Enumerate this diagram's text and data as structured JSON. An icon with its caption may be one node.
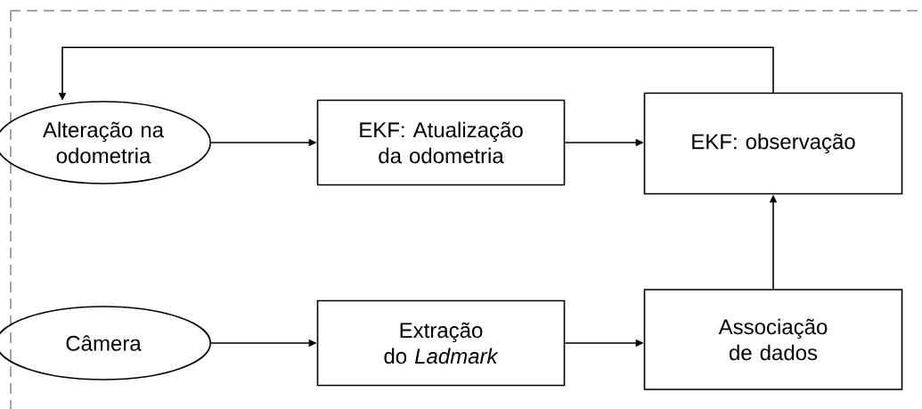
{
  "diagram": {
    "nodes": [
      {
        "text": [
          "Alteração na odometria"
        ]
      },
      {
        "text": [
          "EKF: Atualização da odometria"
        ]
      },
      {
        "text": [
          "EKF: observação"
        ]
      },
      {
        "text": [
          "Câmera"
        ]
      },
      {
        "text": [
          "Extração do *Ladmark*"
        ]
      },
      {
        "text": [
          "Associação de dados"
        ]
      }
    ],
    "edges": [
      {
        "from": 0,
        "to": 1,
        "arrow": "to"
      },
      {
        "from": 1,
        "to": 2,
        "arrow": "to"
      },
      {
        "from": 3,
        "to": 4,
        "arrow": "to"
      },
      {
        "from": 4,
        "to": 5,
        "arrow": "to"
      },
      {
        "from": 5,
        "to": 2,
        "arrow": "to"
      },
      {
        "from": 2,
        "to": 0,
        "arrow": "to"
      }
    ]
  }
}
